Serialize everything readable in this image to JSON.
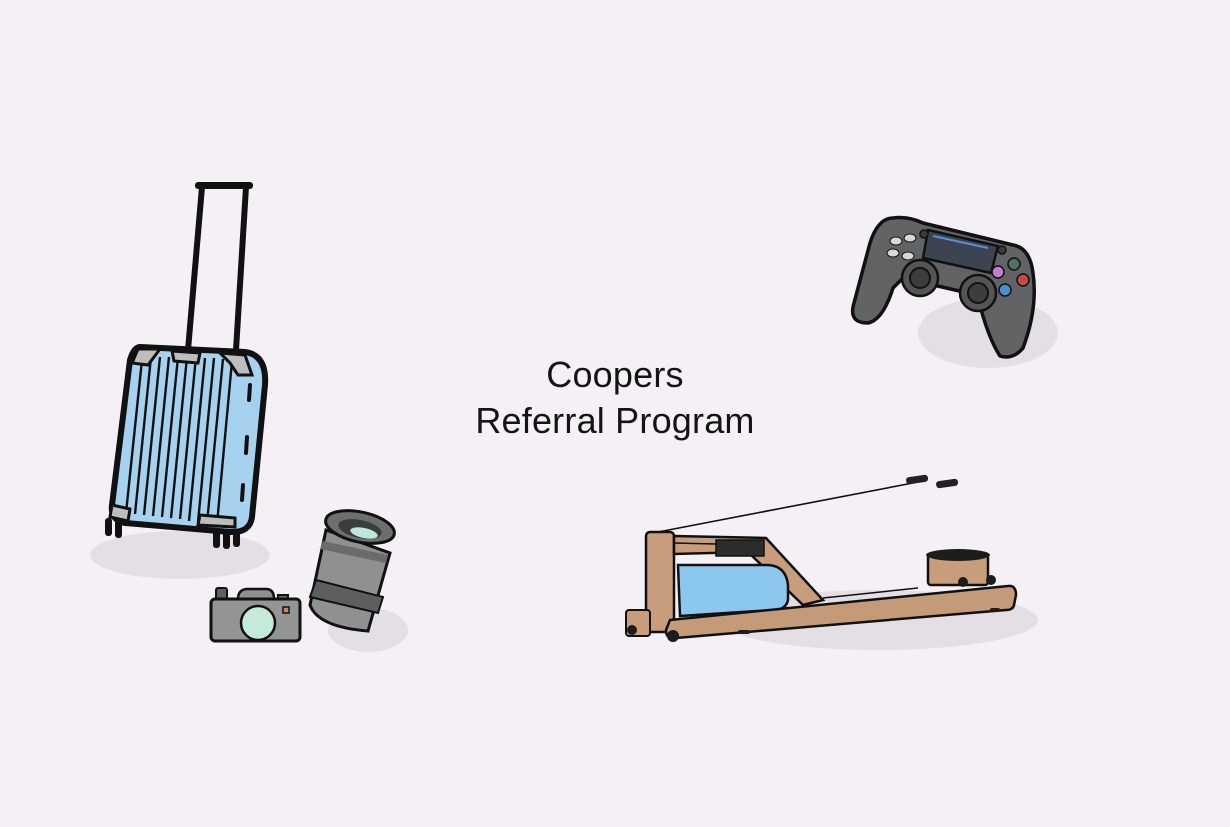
{
  "page": {
    "background_color": "#f5f0f6",
    "text_color": "#141414"
  },
  "headline": {
    "line1": "Coopers",
    "line2": "Referral Program"
  },
  "illustrations": [
    {
      "name": "suitcase",
      "icon": "suitcase-icon",
      "color": "#9fcbea"
    },
    {
      "name": "camera",
      "icon": "camera-icon",
      "color": "#8e8e90"
    },
    {
      "name": "camera-lens",
      "icon": "lens-icon",
      "color": "#7d7e80"
    },
    {
      "name": "game-controller",
      "icon": "gamepad-icon",
      "color": "#5f6163"
    },
    {
      "name": "rowing-machine",
      "icon": "rowing-machine-icon",
      "color": "#c49a78"
    }
  ]
}
